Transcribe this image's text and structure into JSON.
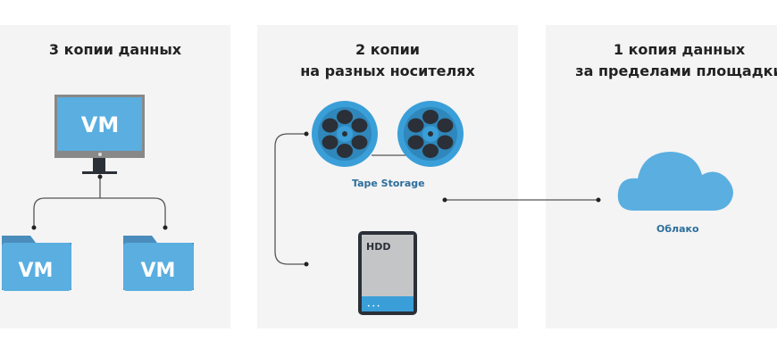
{
  "panels": [
    {
      "title": "3 копии данных",
      "monitor_label": "VM",
      "folder_labels": [
        "VM",
        "VM"
      ]
    },
    {
      "title_line1": "2 копии",
      "title_line2": "на разных носителях",
      "tape_label": "Tape Storage",
      "hdd_label": "HDD",
      "hdd_dots": "• • •"
    },
    {
      "title_line1": "1 копия данных",
      "title_line2": "за пределами площадки",
      "cloud_label": "Облако"
    }
  ],
  "colors": {
    "panel_bg": "#f4f4f4",
    "blue": "#5aaee0",
    "reel": "#3a9fd8",
    "dark": "#2b3038",
    "label": "#2d6e9c"
  }
}
